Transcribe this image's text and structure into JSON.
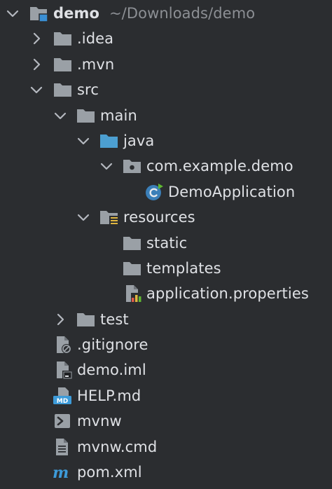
{
  "project_tree": {
    "items": [
      {
        "label": "demo",
        "path": "~/Downloads/demo",
        "icon": "module-folder-icon",
        "expanded": true
      },
      {
        "label": ".idea",
        "icon": "folder-icon",
        "expanded": false
      },
      {
        "label": ".mvn",
        "icon": "folder-icon",
        "expanded": false
      },
      {
        "label": "src",
        "icon": "folder-icon",
        "expanded": true
      },
      {
        "label": "main",
        "icon": "folder-icon",
        "expanded": true
      },
      {
        "label": "java",
        "icon": "source-root-folder-icon",
        "expanded": true
      },
      {
        "label": "com.example.demo",
        "icon": "package-icon",
        "expanded": true
      },
      {
        "label": "DemoApplication",
        "icon": "spring-class-icon"
      },
      {
        "label": "resources",
        "icon": "resources-folder-icon",
        "expanded": true
      },
      {
        "label": "static",
        "icon": "folder-icon"
      },
      {
        "label": "templates",
        "icon": "folder-icon"
      },
      {
        "label": "application.properties",
        "icon": "properties-file-icon"
      },
      {
        "label": "test",
        "icon": "folder-icon",
        "expanded": false
      },
      {
        "label": ".gitignore",
        "icon": "ignore-file-icon"
      },
      {
        "label": "demo.iml",
        "icon": "iml-file-icon"
      },
      {
        "label": "HELP.md",
        "icon": "markdown-file-icon"
      },
      {
        "label": "mvnw",
        "icon": "shell-script-icon"
      },
      {
        "label": "mvnw.cmd",
        "icon": "text-file-icon"
      },
      {
        "label": "pom.xml",
        "icon": "maven-icon"
      }
    ]
  },
  "colors": {
    "background": "#2b2d30",
    "text": "#dfe1e5",
    "muted_text": "#8c8f94",
    "folder": "#9aa0a6",
    "source_folder": "#4c9fd1",
    "spring_accent": "#5fb832",
    "maven_blue": "#3d9bd9"
  }
}
